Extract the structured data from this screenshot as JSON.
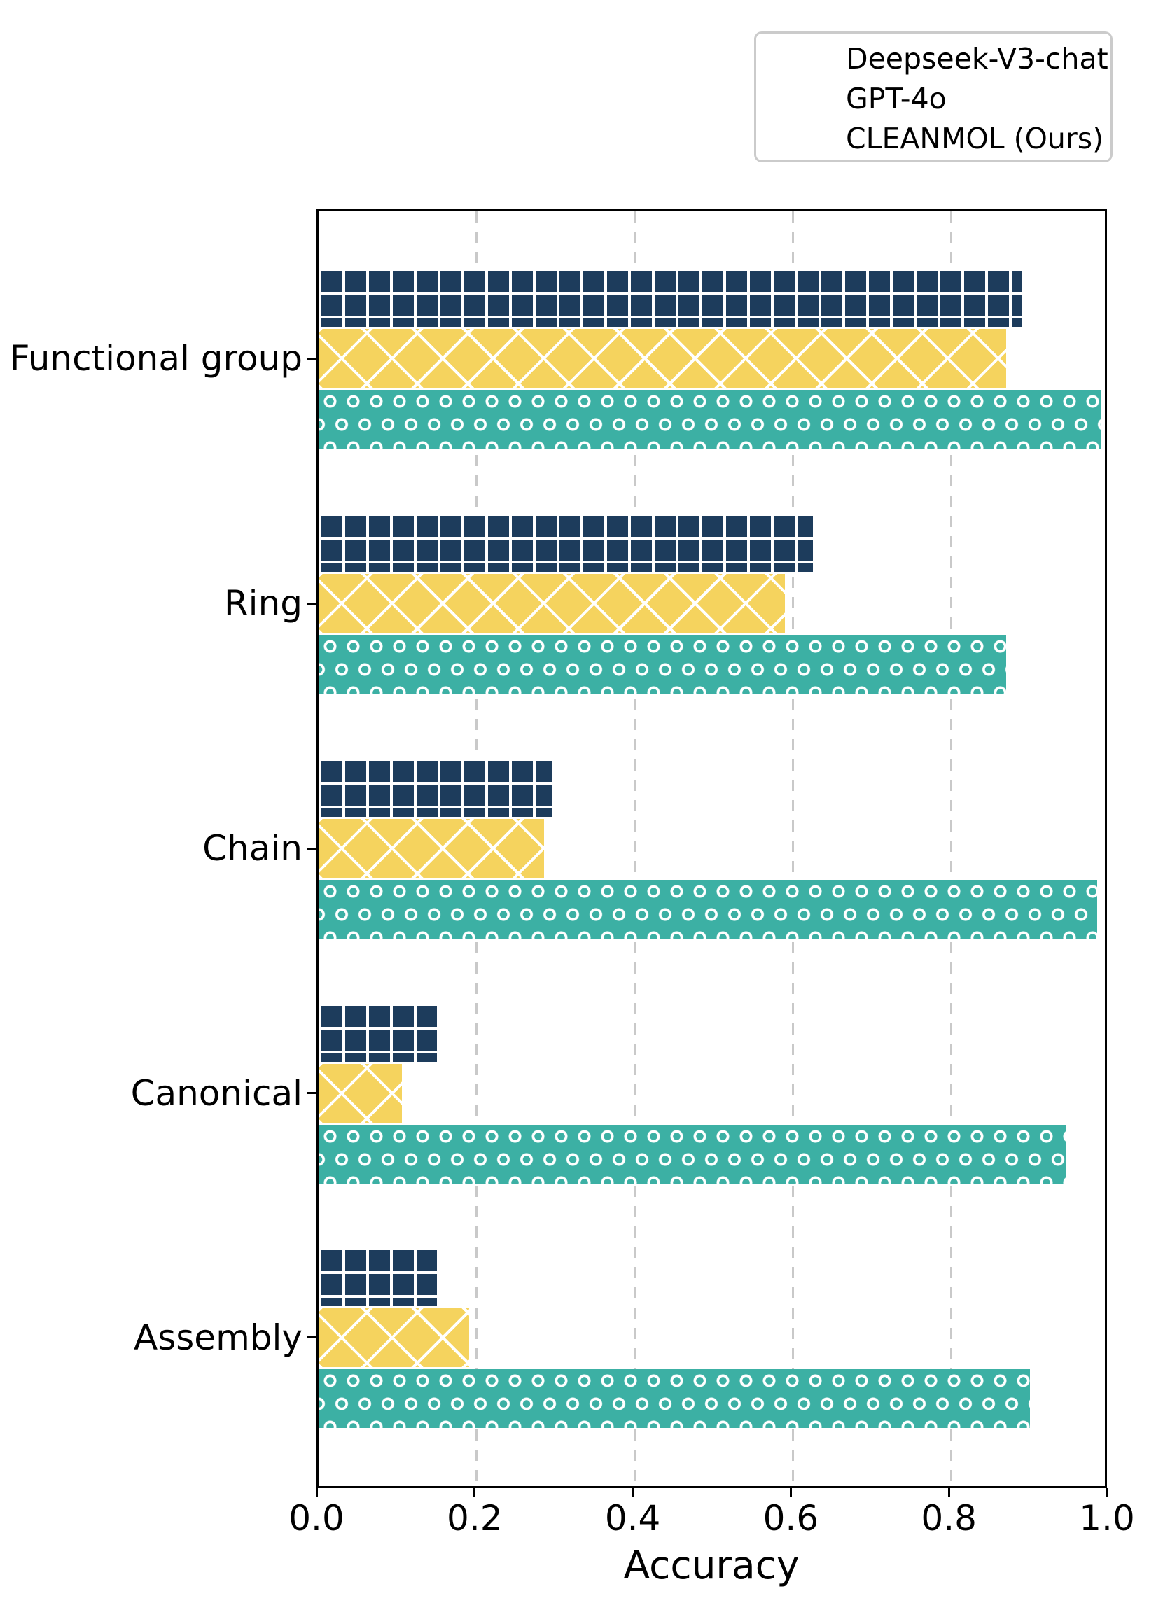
{
  "chart_data": {
    "type": "bar",
    "orientation": "horizontal",
    "title": "",
    "xlabel": "Accuracy",
    "ylabel": "",
    "xlim": [
      0.0,
      1.0
    ],
    "x_ticks": [
      0.0,
      0.2,
      0.4,
      0.6,
      0.8,
      1.0
    ],
    "x_tick_labels": [
      "0.0",
      "0.2",
      "0.4",
      "0.6",
      "0.8",
      "1.0"
    ],
    "grid": "vertical dashed gridlines at 0.2 intervals",
    "legend_position": "upper right",
    "categories": [
      "Functional group",
      "Ring",
      "Chain",
      "Canonical",
      "Assembly"
    ],
    "series": [
      {
        "name": "Deepseek-V3-chat",
        "color": "#1d3c5c",
        "hatch": "grid",
        "values": [
          0.89,
          0.625,
          0.295,
          0.15,
          0.15
        ]
      },
      {
        "name": "GPT-4o",
        "color": "#f5d35e",
        "hatch": "diagonal-cross",
        "values": [
          0.87,
          0.59,
          0.285,
          0.105,
          0.19
        ]
      },
      {
        "name": "CLEANMOL (Ours)",
        "color": "#3cb0a4",
        "hatch": "circles",
        "values": [
          0.99,
          0.87,
          0.985,
          0.945,
          0.9
        ]
      }
    ]
  }
}
